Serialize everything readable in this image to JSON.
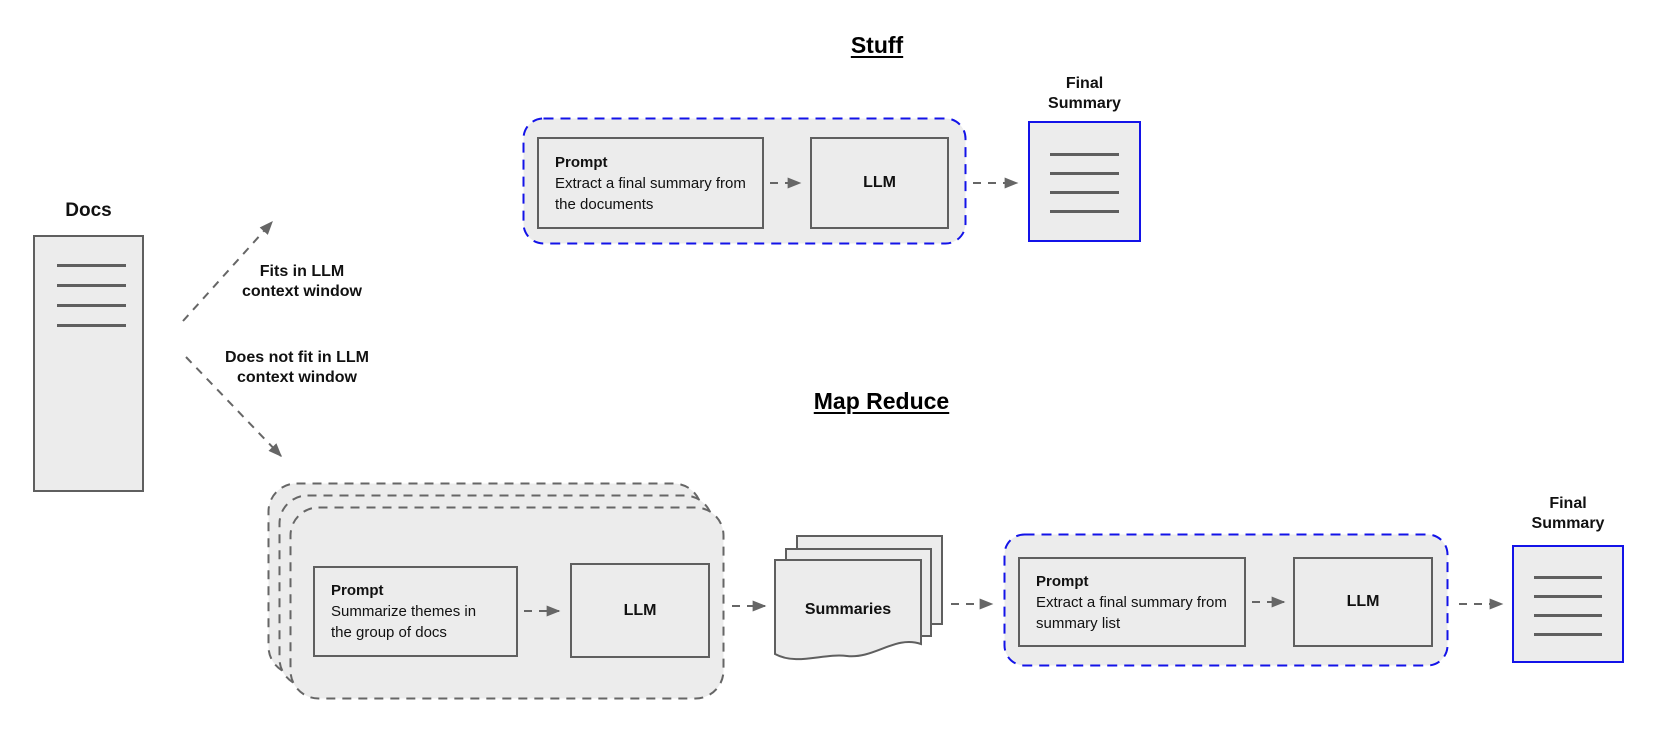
{
  "colors": {
    "accent_blue": "#1313e8",
    "shape_fill": "#ececec",
    "shape_border": "#5f5f5f",
    "connector_gray": "#666666",
    "text_black": "#111111"
  },
  "docs": {
    "label": "Docs"
  },
  "branches": {
    "fits": "Fits in LLM\ncontext window",
    "does_not_fit": "Does not fit in LLM\ncontext window"
  },
  "stuff": {
    "title": "Stuff",
    "prompt": {
      "title": "Prompt",
      "body": "Extract a final summary from the documents"
    },
    "llm": "LLM",
    "final_summary_label": "Final\nSummary"
  },
  "map_reduce": {
    "title": "Map Reduce",
    "map_prompt": {
      "title": "Prompt",
      "body": "Summarize themes in the group of docs"
    },
    "map_llm": "LLM",
    "summaries_label": "Summaries",
    "reduce_prompt": {
      "title": "Prompt",
      "body": "Extract a final summary from summary list"
    },
    "reduce_llm": "LLM",
    "final_summary_label": "Final\nSummary"
  }
}
